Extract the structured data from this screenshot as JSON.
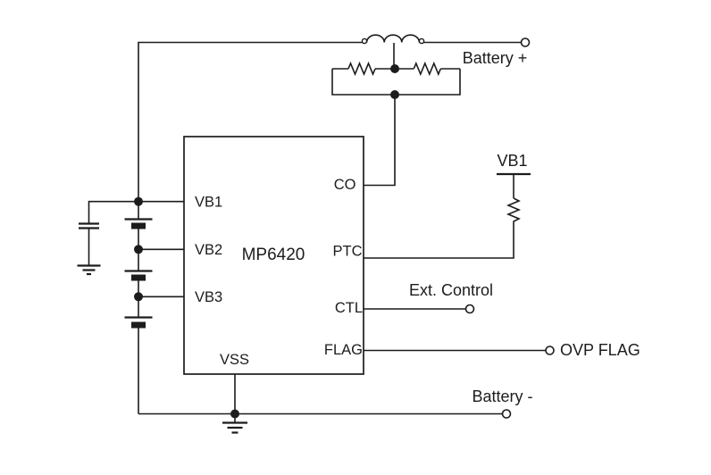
{
  "ic": {
    "part_number": "MP6420",
    "pins": {
      "vb1": "VB1",
      "vb2": "VB2",
      "vb3": "VB3",
      "vss": "VSS",
      "co": "CO",
      "ptc": "PTC",
      "ctl": "CTL",
      "flag": "FLAG"
    }
  },
  "labels": {
    "battery_plus": "Battery +",
    "battery_minus": "Battery -",
    "ext_control": "Ext. Control",
    "ovp_flag": "OVP FLAG",
    "vb1_supply": "VB1"
  },
  "colors": {
    "line": "#1c1c1c",
    "background": "#ffffff"
  }
}
